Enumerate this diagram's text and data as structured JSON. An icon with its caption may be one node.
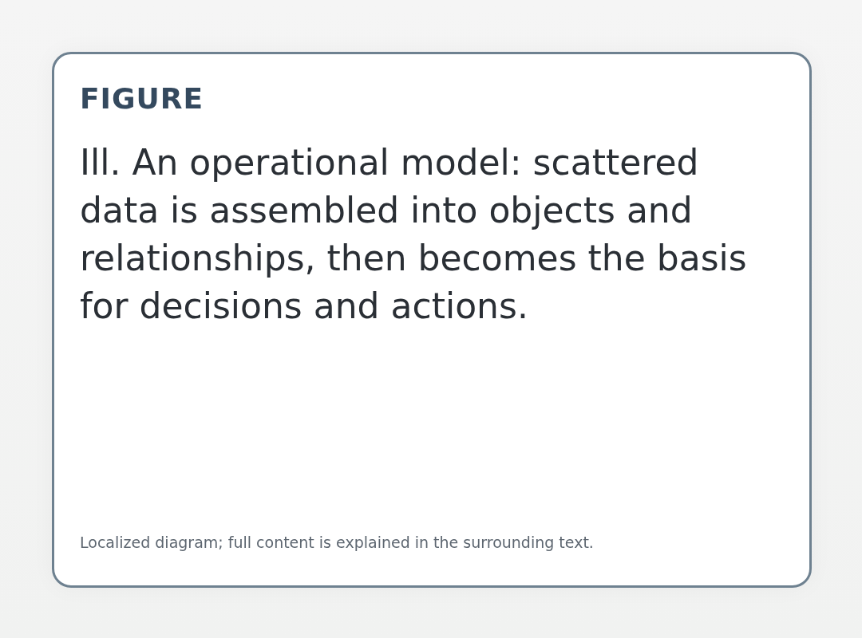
{
  "diagram": {
    "title": "FIGURE",
    "labels": [
      "Ill. An operational model: scattered data is assembled into objects and relationships, then becomes the basis for decisions and actions."
    ],
    "caption": "Localized diagram; full content is explained in the surrounding text."
  }
}
